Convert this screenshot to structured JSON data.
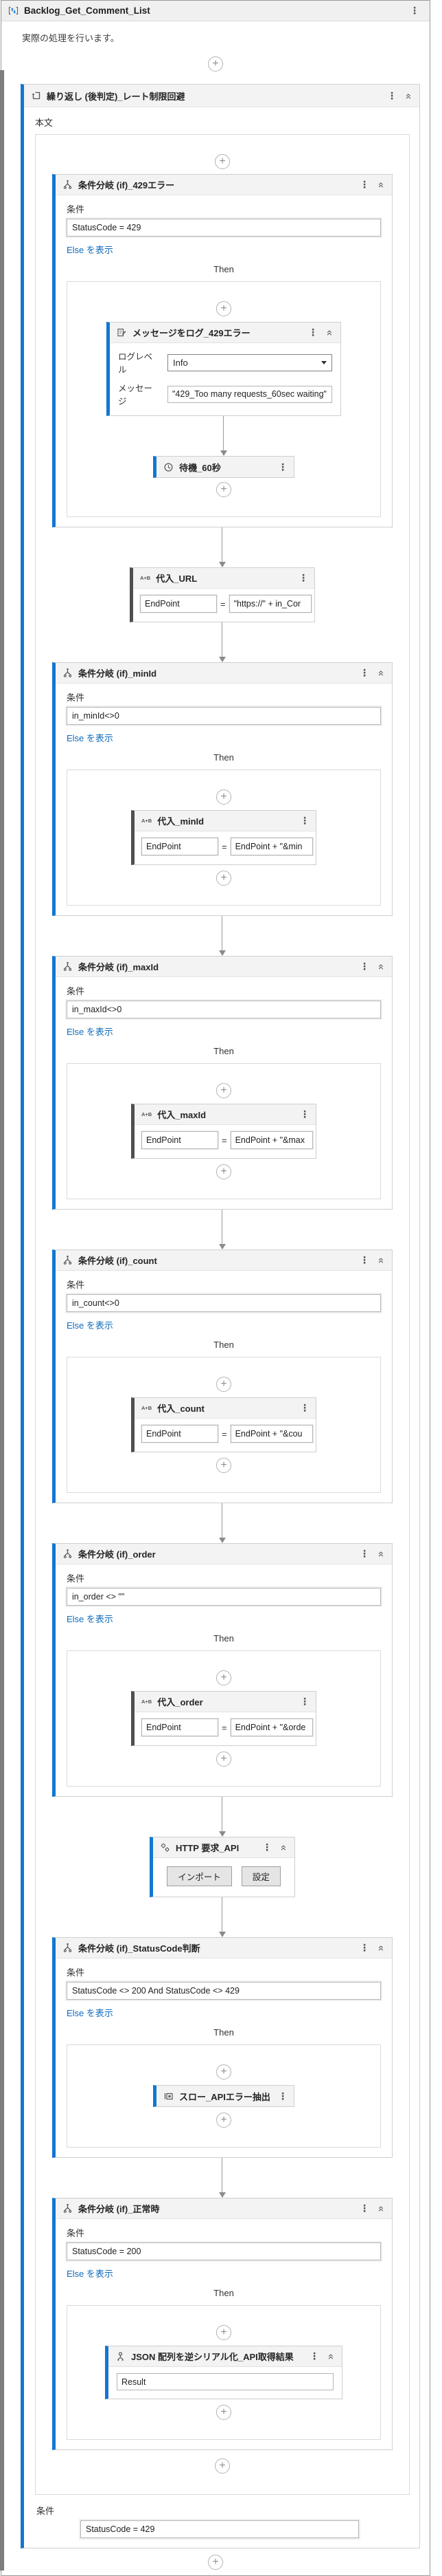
{
  "frame": {
    "title": "Backlog_Get_Comment_List",
    "annotation": "実際の処理を行います。"
  },
  "labels": {
    "condition": "条件",
    "then": "Then",
    "body": "本文",
    "show_else": "Else を表示",
    "equals": "="
  },
  "dowhile": {
    "title": "繰り返し (後判定)_レート制限回避",
    "condition": "StatusCode = 429"
  },
  "activities": {
    "if429": {
      "title": "条件分岐 (if)_429エラー",
      "condition": "StatusCode = 429"
    },
    "log429": {
      "title": "メッセージをログ_429エラー",
      "level_label": "ログレベル",
      "level_value": "Info",
      "message_label": "メッセージ",
      "message_value": "\"429_Too many requests_60sec waiting\""
    },
    "delay60": {
      "title": "待機_60秒"
    },
    "assign_url": {
      "title": "代入_URL",
      "to": "EndPoint",
      "value": "\"https://\" + in_Cor"
    },
    "if_minid": {
      "title": "条件分岐 (if)_minId",
      "condition": "in_minId<>0"
    },
    "assign_minid": {
      "title": "代入_minId",
      "to": "EndPoint",
      "value": "EndPoint + \"&min"
    },
    "if_maxid": {
      "title": "条件分岐 (if)_maxId",
      "condition": "in_maxId<>0"
    },
    "assign_maxid": {
      "title": "代入_maxId",
      "to": "EndPoint",
      "value": "EndPoint + \"&max"
    },
    "if_count": {
      "title": "条件分岐 (if)_count",
      "condition": "in_count<>0"
    },
    "assign_count": {
      "title": "代入_count",
      "to": "EndPoint",
      "value": "EndPoint + \"&cou"
    },
    "if_order": {
      "title": "条件分岐 (if)_order",
      "condition": "in_order <> \"\""
    },
    "assign_order": {
      "title": "代入_order",
      "to": "EndPoint",
      "value": "EndPoint + \"&orde"
    },
    "http": {
      "title": "HTTP 要求_API",
      "import_button": "インポート",
      "settings_button": "設定"
    },
    "if_status": {
      "title": "条件分岐 (if)_StatusCode判断",
      "condition": "StatusCode <> 200 And StatusCode <> 429"
    },
    "throw": {
      "title": "スロー_APIエラー抽出"
    },
    "if_ok": {
      "title": "条件分岐 (if)_正常時",
      "condition": "StatusCode = 200"
    },
    "json": {
      "title": "JSON 配列を逆シリアル化_API取得結果",
      "input_value": "Result"
    }
  },
  "colors": {
    "accent_blue": "#1277d1",
    "assign_accent": "#4f4f4f",
    "link_blue": "#0f6cbd",
    "header_gray": "#f3f3f3"
  }
}
